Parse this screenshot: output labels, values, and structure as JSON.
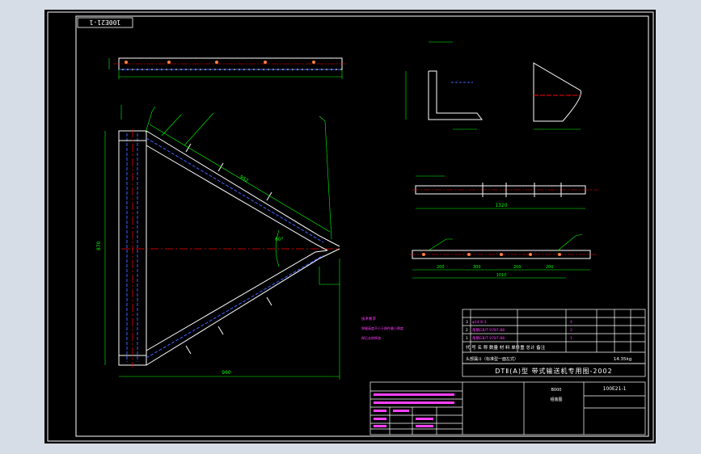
{
  "drawing": {
    "code_tag": "100E21-1",
    "title_main": "DTⅡ(A)型 带式输送机专用图-2002",
    "title_code": "100E21-1",
    "weight": "14.35kg",
    "scale_note": "B000",
    "doc_type": "组装图",
    "row_header": "代 号 名 称 数量 材 料 单件重 总计 备注",
    "assembly_line": "头部漏斗（标准型一面左式）",
    "notes": [
      "技术要求",
      "焊缝高度不小于焊件最小厚度",
      "焊后去除焊渣"
    ]
  },
  "parts_list": [
    {
      "no": "3",
      "code": "φ14 8-3",
      "qty": "4"
    },
    {
      "no": "2",
      "code": "角钢GB/T 9787-88",
      "qty": "2"
    },
    {
      "no": "1",
      "code": "角钢GB/T 9787-88",
      "qty": "1"
    }
  ],
  "dims": {
    "total_width": "960",
    "height_left": "870",
    "top_len": "952",
    "angle": "60°",
    "view_b_len": "1320",
    "view_c_len": "1010",
    "seg_a": "200",
    "seg_b": "300",
    "seg_c": "200",
    "seg_d": "200"
  },
  "colors": {
    "bg": "#000000",
    "frame": "#ffffff",
    "line": "#ffffff",
    "dim": "#00ff00",
    "center": "#ff0000",
    "hidden": "#4060ff",
    "text": "#ff40ff",
    "mark": "#ffff00"
  }
}
